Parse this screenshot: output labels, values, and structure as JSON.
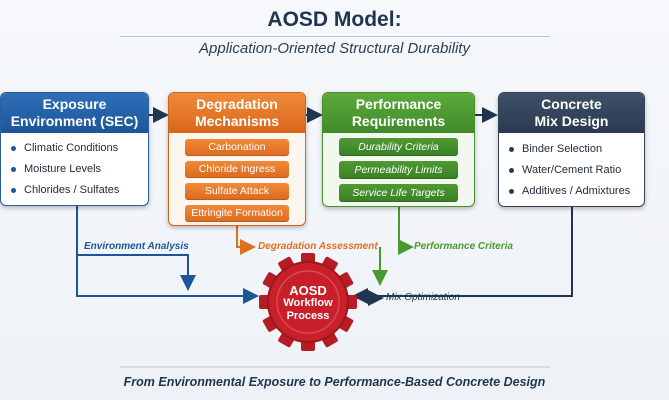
{
  "header": {
    "title": "AOSD Model:",
    "subtitle": "Application-Oriented Structural Durability"
  },
  "cards": {
    "exposure": {
      "title_line1": "Exposure",
      "title_line2": "Environment (SEC)",
      "items": [
        "Climatic Conditions",
        "Moisture Levels",
        "Chlorides / Sulfates"
      ]
    },
    "degradation": {
      "title_line1": "Degradation",
      "title_line2": "Mechanisms",
      "items": [
        "Carbonation",
        "Chloride Ingress",
        "Sulfate Attack",
        "Ettringite Formation"
      ]
    },
    "performance": {
      "title_line1": "Performance",
      "title_line2": "Requirements",
      "items": [
        "Durability Criteria",
        "Permeability Limits",
        "Service Life Targets"
      ]
    },
    "mix": {
      "title_line1": "Concrete",
      "title_line2": "Mix Design",
      "items": [
        "Binder Selection",
        "Water/Cement Ratio",
        "Additives / Admixtures"
      ]
    }
  },
  "flows": {
    "environment": "Environment Analysis",
    "degradation": "Degradation Assessment",
    "performance": "Performance Criteria",
    "mix": "Mix Optimization"
  },
  "gear": {
    "line1": "AOSD",
    "line2": "Workflow",
    "line3": "Process"
  },
  "footer": "From Environmental Exposure to Performance-Based Concrete Design",
  "colors": {
    "blue": "#1d5599",
    "orange": "#e0701f",
    "green": "#4a9a2f",
    "navy": "#2b3a4f",
    "gear_red": "#c8202a"
  }
}
